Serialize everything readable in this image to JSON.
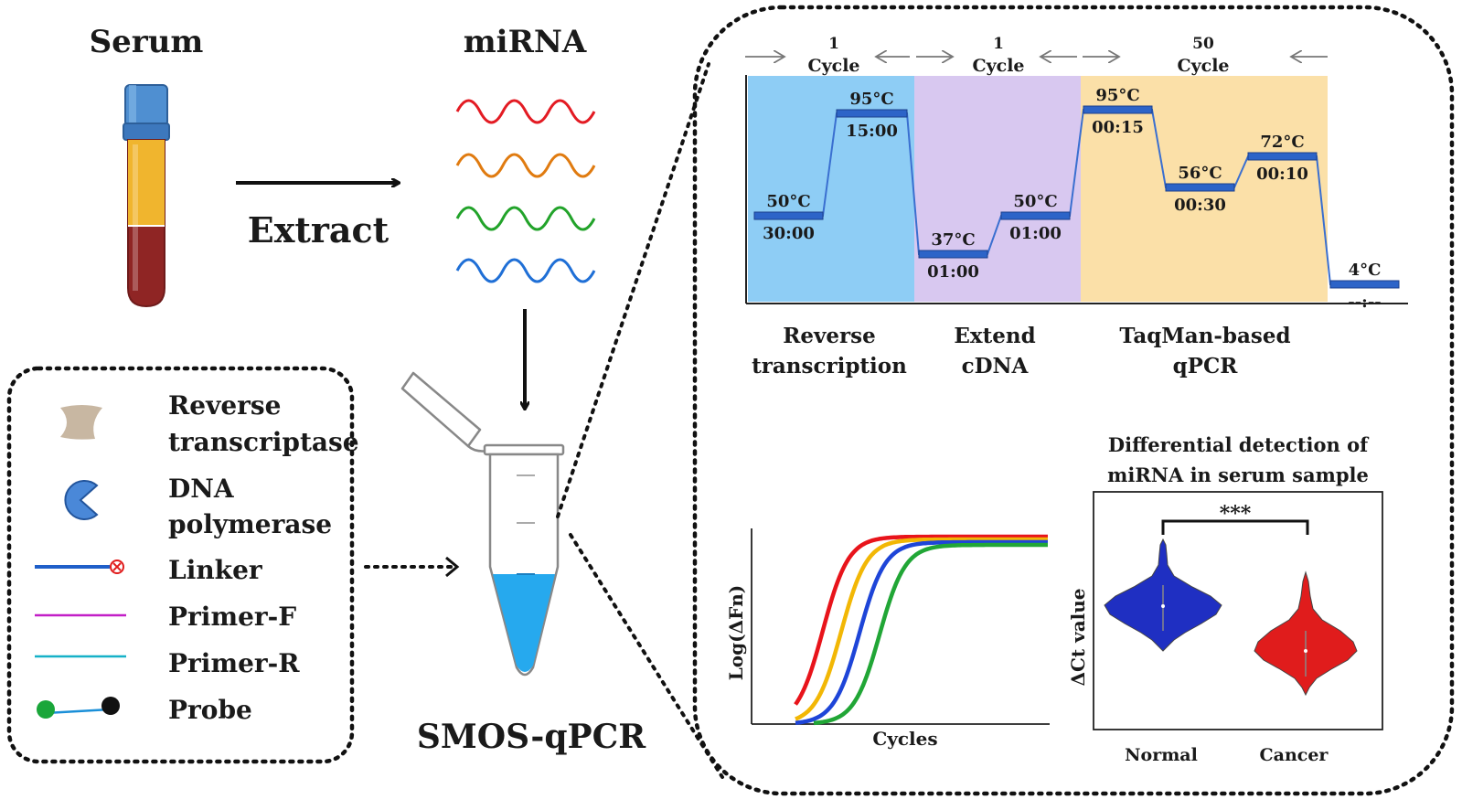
{
  "top": {
    "serum_label": "Serum",
    "extract_label": "Extract",
    "mirna_label": "miRNA",
    "assay_label": "SMOS-qPCR"
  },
  "mirna_wave_colors": [
    "#e31b23",
    "#e07b10",
    "#22a32a",
    "#1f6fd6"
  ],
  "legend": [
    {
      "icon": "reverse-transcriptase-icon",
      "lines": [
        "Reverse",
        "transcriptase"
      ]
    },
    {
      "icon": "dna-polymerase-icon",
      "lines": [
        "DNA",
        "polymerase"
      ]
    },
    {
      "icon": "linker-icon",
      "lines": [
        "Linker"
      ]
    },
    {
      "icon": "primer-f-icon",
      "lines": [
        "Primer-F"
      ]
    },
    {
      "icon": "primer-r-icon",
      "lines": [
        "Primer-R"
      ]
    },
    {
      "icon": "probe-icon",
      "lines": [
        "Probe"
      ]
    }
  ],
  "program": {
    "cycles": [
      {
        "count": "1",
        "word": "Cycle"
      },
      {
        "count": "1",
        "word": "Cycle"
      },
      {
        "count": "50",
        "word": "Cycle"
      }
    ],
    "stages": [
      {
        "name": [
          "Reverse",
          "transcription"
        ],
        "color": "#8ecdf5"
      },
      {
        "name": [
          "Extend",
          "cDNA"
        ],
        "color": "#d8c8f0"
      },
      {
        "name": [
          "TaqMan-based",
          "qPCR"
        ],
        "color": "#fbe0a8"
      }
    ],
    "steps": [
      {
        "temp": "50°C",
        "time": "30:00"
      },
      {
        "temp": "95°C",
        "time": "15:00"
      },
      {
        "temp": "37°C",
        "time": "01:00"
      },
      {
        "temp": "50°C",
        "time": "01:00"
      },
      {
        "temp": "95°C",
        "time": "00:15"
      },
      {
        "temp": "56°C",
        "time": "00:30"
      },
      {
        "temp": "72°C",
        "time": "00:10"
      },
      {
        "temp": "4°C",
        "time": "--:--"
      }
    ]
  },
  "amplification_plot": {
    "ylabel": "Log(ΔFn)",
    "xlabel": "Cycles",
    "curve_colors": [
      "#e8141b",
      "#f2b705",
      "#1e45d8",
      "#21a636"
    ]
  },
  "chart_data": {
    "type": "violin",
    "title": [
      "Differential detection of",
      "miRNA in serum sample"
    ],
    "ylabel": "ΔCt value",
    "categories": [
      "Normal",
      "Cancer"
    ],
    "series_colors": [
      "#1f2fc2",
      "#e01c1c"
    ],
    "significance": "***"
  }
}
